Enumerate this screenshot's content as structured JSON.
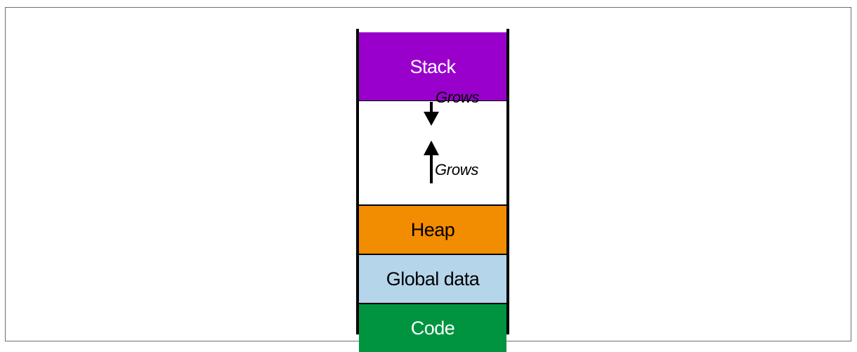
{
  "segments": {
    "stack": {
      "label": "Stack",
      "fill": "#9900cc",
      "text_color": "#ffffff"
    },
    "heap": {
      "label": "Heap",
      "fill": "#f28c00",
      "text_color": "#000000"
    },
    "global_data": {
      "label": "Global data",
      "fill": "#b5d5ea",
      "text_color": "#000000"
    },
    "code": {
      "label": "Code",
      "fill": "#009440",
      "text_color": "#ffffff"
    }
  },
  "arrows": {
    "stack_growth": {
      "label": "Grows",
      "direction": "down"
    },
    "heap_growth": {
      "label": "Grows",
      "direction": "up"
    }
  }
}
